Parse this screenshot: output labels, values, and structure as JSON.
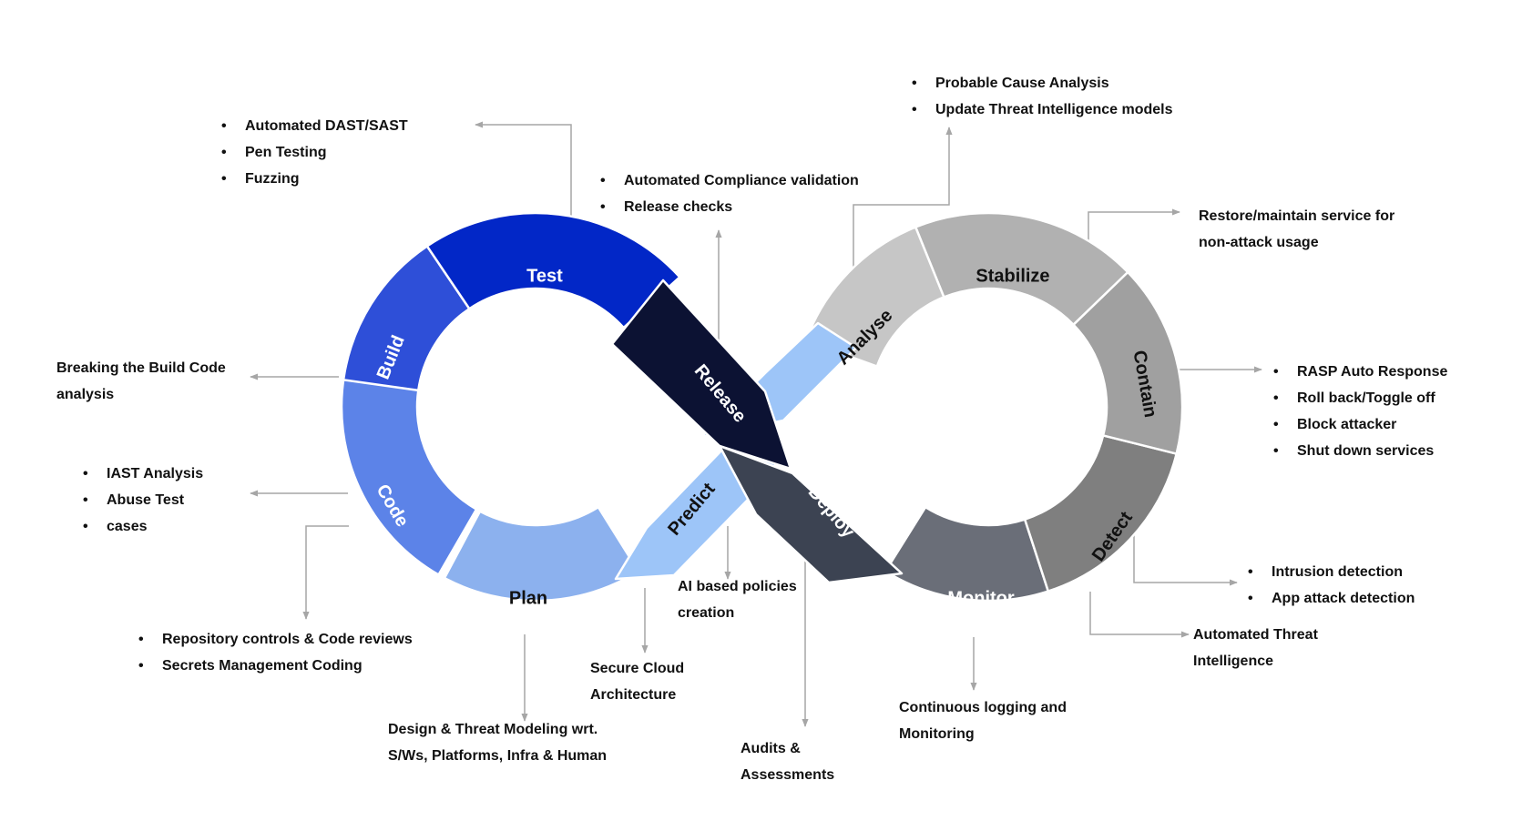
{
  "colors": {
    "test": "#0227c7",
    "build": "#2e4fd8",
    "code": "#5c83e8",
    "plan": "#8cb1ee",
    "predict": "#9dc5f8",
    "release": "#0c1233",
    "deploy": "#3c4352",
    "monitor": "#6a6e78",
    "detect": "#7f7f7f",
    "contain": "#a0a0a0",
    "stabilize": "#b1b1b1",
    "analyse": "#c6c6c6",
    "connector": "#a6a6a6"
  },
  "stages": {
    "test": "Test",
    "build": "Build",
    "code": "Code",
    "plan": "Plan",
    "predict": "Predict",
    "release": "Release",
    "deploy": "Deploy",
    "monitor": "Monitor",
    "detect": "Detect",
    "contain": "Contain",
    "stabilize": "Stabilize",
    "analyse": "Analyse"
  },
  "notes": {
    "test": [
      "Automated DAST/SAST",
      "Pen Testing",
      "Fuzzing"
    ],
    "release": [
      "Automated Compliance validation",
      "Release checks"
    ],
    "analyse": [
      "Probable Cause Analysis",
      "Update Threat Intelligence models"
    ],
    "stabilize": [
      "Restore/maintain service for",
      "non-attack usage"
    ],
    "build": [
      "Breaking the Build Code",
      "analysis"
    ],
    "code": [
      "IAST Analysis",
      "Abuse Test",
      "cases"
    ],
    "contain": [
      "RASP Auto Response",
      "Roll back/Toggle off",
      "Block attacker",
      "Shut down services"
    ],
    "detect": [
      "Intrusion detection",
      "App attack detection"
    ],
    "detect_intel": [
      "Automated Threat",
      "Intelligence"
    ],
    "plan_repo": [
      "Repository controls & Code reviews",
      "Secrets Management Coding"
    ],
    "plan_design": [
      "Design & Threat Modeling wrt.",
      "S/Ws, Platforms, Infra & Human"
    ],
    "plan_cloud": [
      "Secure Cloud",
      "Architecture"
    ],
    "predict": [
      "AI based policies",
      "creation"
    ],
    "deploy": [
      "Audits &",
      "Assessments"
    ],
    "monitor": [
      "Continuous logging and",
      "Monitoring"
    ]
  }
}
